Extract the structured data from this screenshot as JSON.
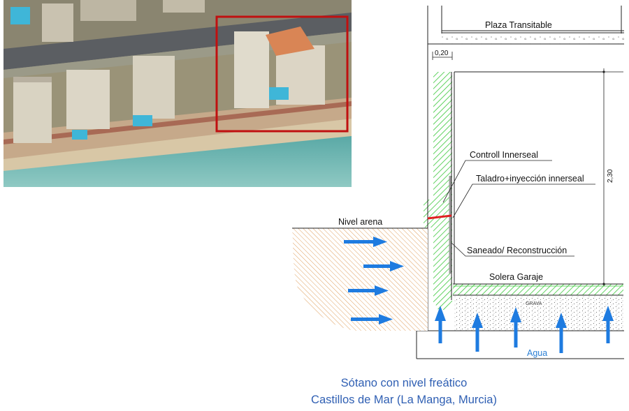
{
  "labels": {
    "plaza": "Plaza Transitable",
    "width_dim": "0,20",
    "height_dim": "2,30",
    "controll": "Controll Innerseal",
    "taladro": "Taladro+inyección innerseal",
    "nivel": "Nivel arena",
    "saneado": "Saneado/ Reconstrucción",
    "solera": "Solera Garaje",
    "grava": "GRAVA",
    "agua": "Agua"
  },
  "caption": {
    "line1": "Sótano con nivel freático",
    "line2": "Castillos de Mar (La Manga, Murcia)"
  },
  "colors": {
    "water_arrow": "#1e7be0",
    "membrane_hatch": "#3cc83c",
    "sand_hatch": "#e0a060",
    "injection": "#e02020",
    "highlight_box": "#c01010",
    "caption": "#2f5fb3"
  }
}
